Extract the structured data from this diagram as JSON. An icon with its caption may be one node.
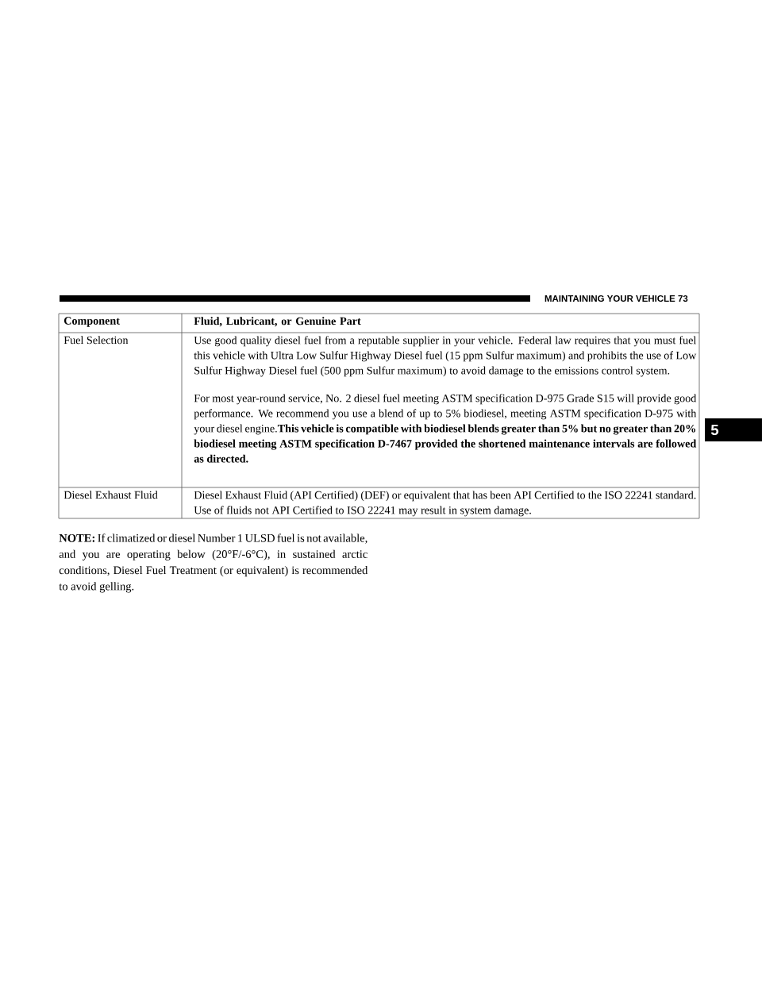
{
  "diagram": {
    "labels": [
      "MAINTAINING YOUR VEHICLE",
      "73",
      "Component",
      "Fluid, Lubricant, or Genuine Part",
      "Fuel Selection",
      "Use good quality diesel fuel from a reputable supplier in your vehicle. Federal law requires that you must fuel this vehicle with Ultra Low Sulfur Highway Diesel fuel (15 ppm Sulfur maximum) and prohibits the use of Low Sulfur Highway Diesel fuel (500 ppm Sulfur maximum) to avoid damage to the emissions control system.",
      "For most year-round service, No. 2 diesel fuel meeting ASTM specification D-975 Grade S15 will provide good performance. We recommend you use a blend of up to 5% biodiesel, meeting ASTM specification D-975 with your diesel engine.**This vehicle is compatible with biodiesel blends greater than 5% but no greater than 20% biodiesel meeting ASTM specification D-7467 provided the shortened maintenance intervals are followed as directed.**",
      "Diesel Exhaust Fluid",
      "Diesel Exhaust Fluid (API Certified) (DEF) or equivalent that has been API Certified to the ISO 22241 standard. Use of fluids not API Certified to ISO 22241 may result in system damage.",
      "**NOTE:** If climatized or diesel Number 1 ULSD fuel is not available, and you are operating below (20°F/-6°C), in sustained arctic conditions, Diesel Fuel Treatment (or equivalent) is recommended to avoid gelling.",
      "5"
    ]
  }
}
